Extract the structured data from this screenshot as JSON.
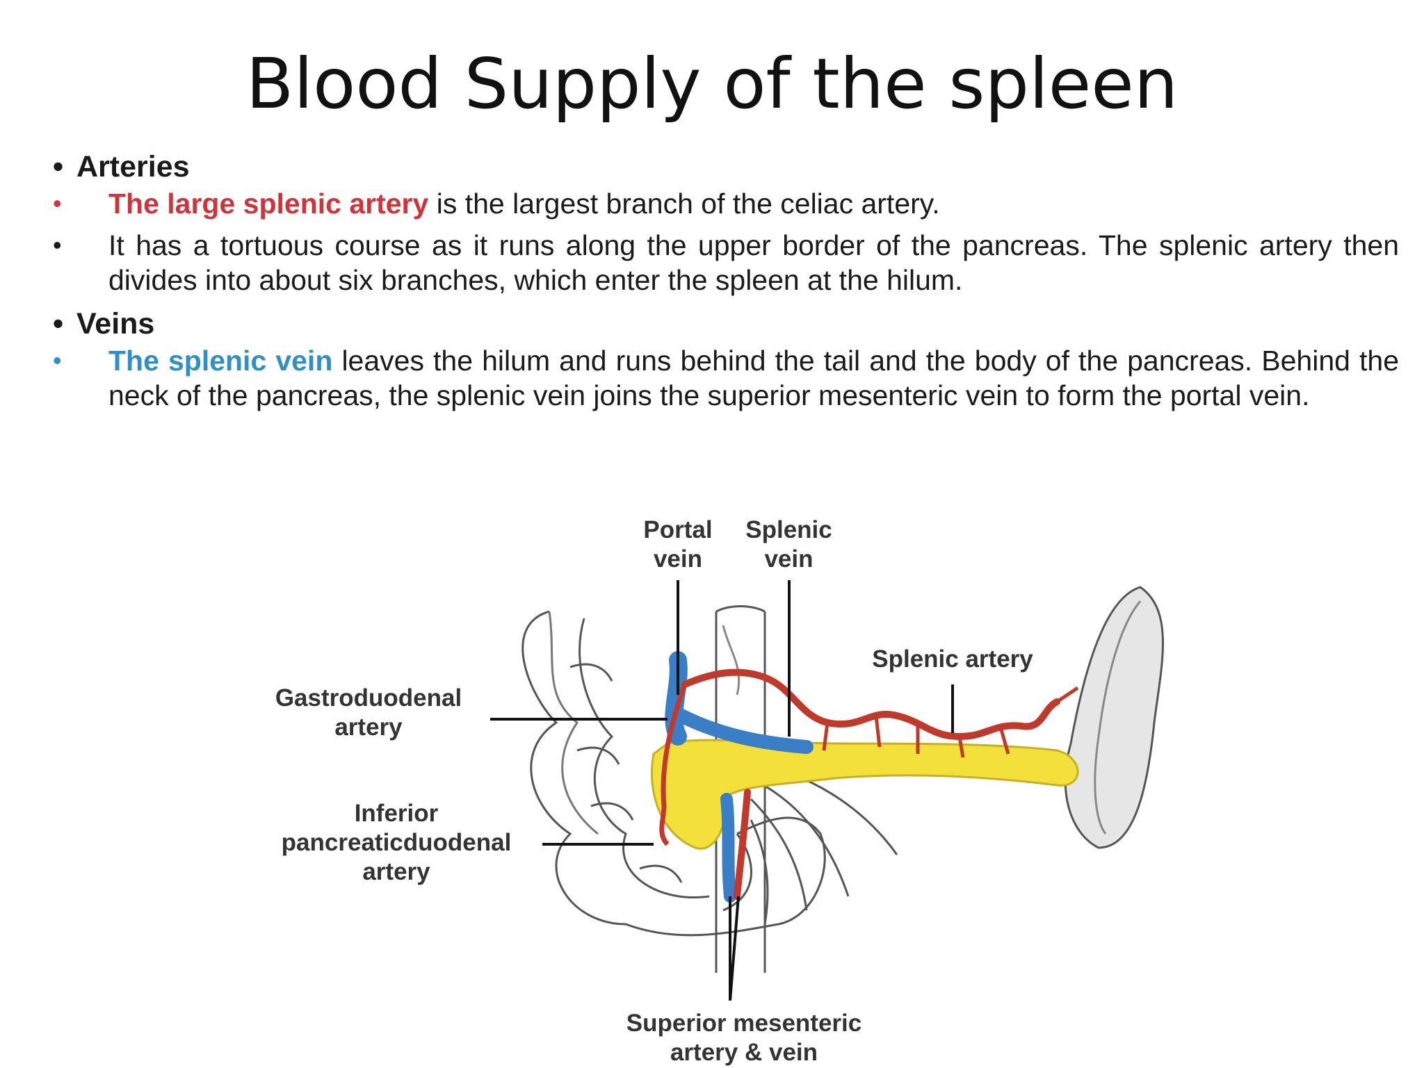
{
  "title": "Blood Supply of the spleen",
  "arteries": {
    "heading": "Arteries",
    "item1_highlight": "The large splenic artery",
    "item1_rest": " is the largest branch of the celiac artery.",
    "item2": "It has a tortuous course as it runs along the upper border of the pancreas. The splenic artery then divides into about six branches, which enter the spleen at the hilum."
  },
  "veins": {
    "heading": "Veins",
    "item1_highlight": "The splenic vein",
    "item1_rest": " leaves the hilum and runs behind the tail and the body of the pancreas. Behind the neck of the pancreas, the splenic vein joins the superior mesenteric vein to form the portal vein."
  },
  "labels": {
    "portal_vein": "Portal vein",
    "splenic_vein": "Splenic vein",
    "splenic_artery": "Splenic artery",
    "gastroduodenal": "Gastroduodenal artery",
    "inferior_pd": "Inferior pancreaticduodenal artery",
    "sup_mesenteric": "Superior mesenteric artery & vein"
  },
  "colors": {
    "artery": "#c0392b",
    "vein": "#3b7ec8",
    "pancreas": "#f3e03a",
    "highlight_red": "#d0343a",
    "highlight_blue": "#2f90c8"
  }
}
